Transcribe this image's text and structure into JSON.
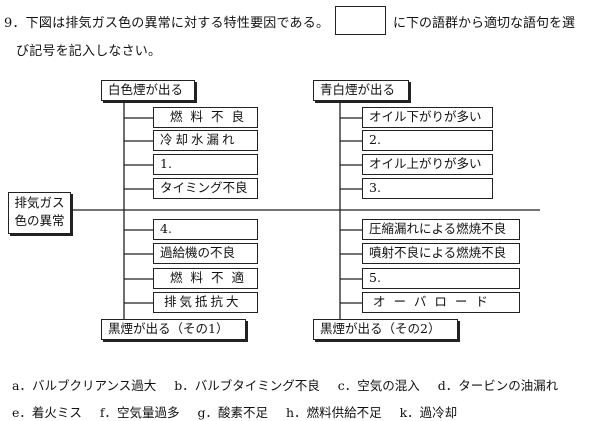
{
  "question": {
    "line1_a": "9．下図は排気ガス色の異常に対する特性要因である。",
    "line1_b": "に下の語群から適切な語句を選",
    "line2": "び記号を記入しなさい。"
  },
  "root": {
    "line1": "排気ガス",
    "line2": "色の異常"
  },
  "left_top": {
    "header": "白色煙が出る",
    "items": [
      "燃料不良",
      "冷却水漏れ",
      "1.",
      "タイミング不良"
    ]
  },
  "left_bottom": {
    "footer": "黒煙が出る（その1）",
    "items": [
      "4.",
      "過給機の不良",
      "燃料不適",
      "排気抵抗大"
    ]
  },
  "right_top": {
    "header": "青白煙が出る",
    "items": [
      "オイル下がりが多い",
      "2.",
      "オイル上がりが多い",
      "3."
    ]
  },
  "right_bottom": {
    "footer": "黒煙が出る（その2）",
    "items": [
      "圧縮漏れによる燃焼不良",
      "噴射不良による燃焼不良",
      "5.",
      "オーバロード"
    ]
  },
  "options_row1": [
    "a．バルブクリアンス過大",
    "b．バルブタイミング不良",
    "c．空気の混入",
    "d．タービンの油漏れ"
  ],
  "options_row2": [
    "e．着火ミス",
    "f．空気量過多",
    "g．酸素不足",
    "h．燃料供給不足",
    "k．過冷却"
  ]
}
